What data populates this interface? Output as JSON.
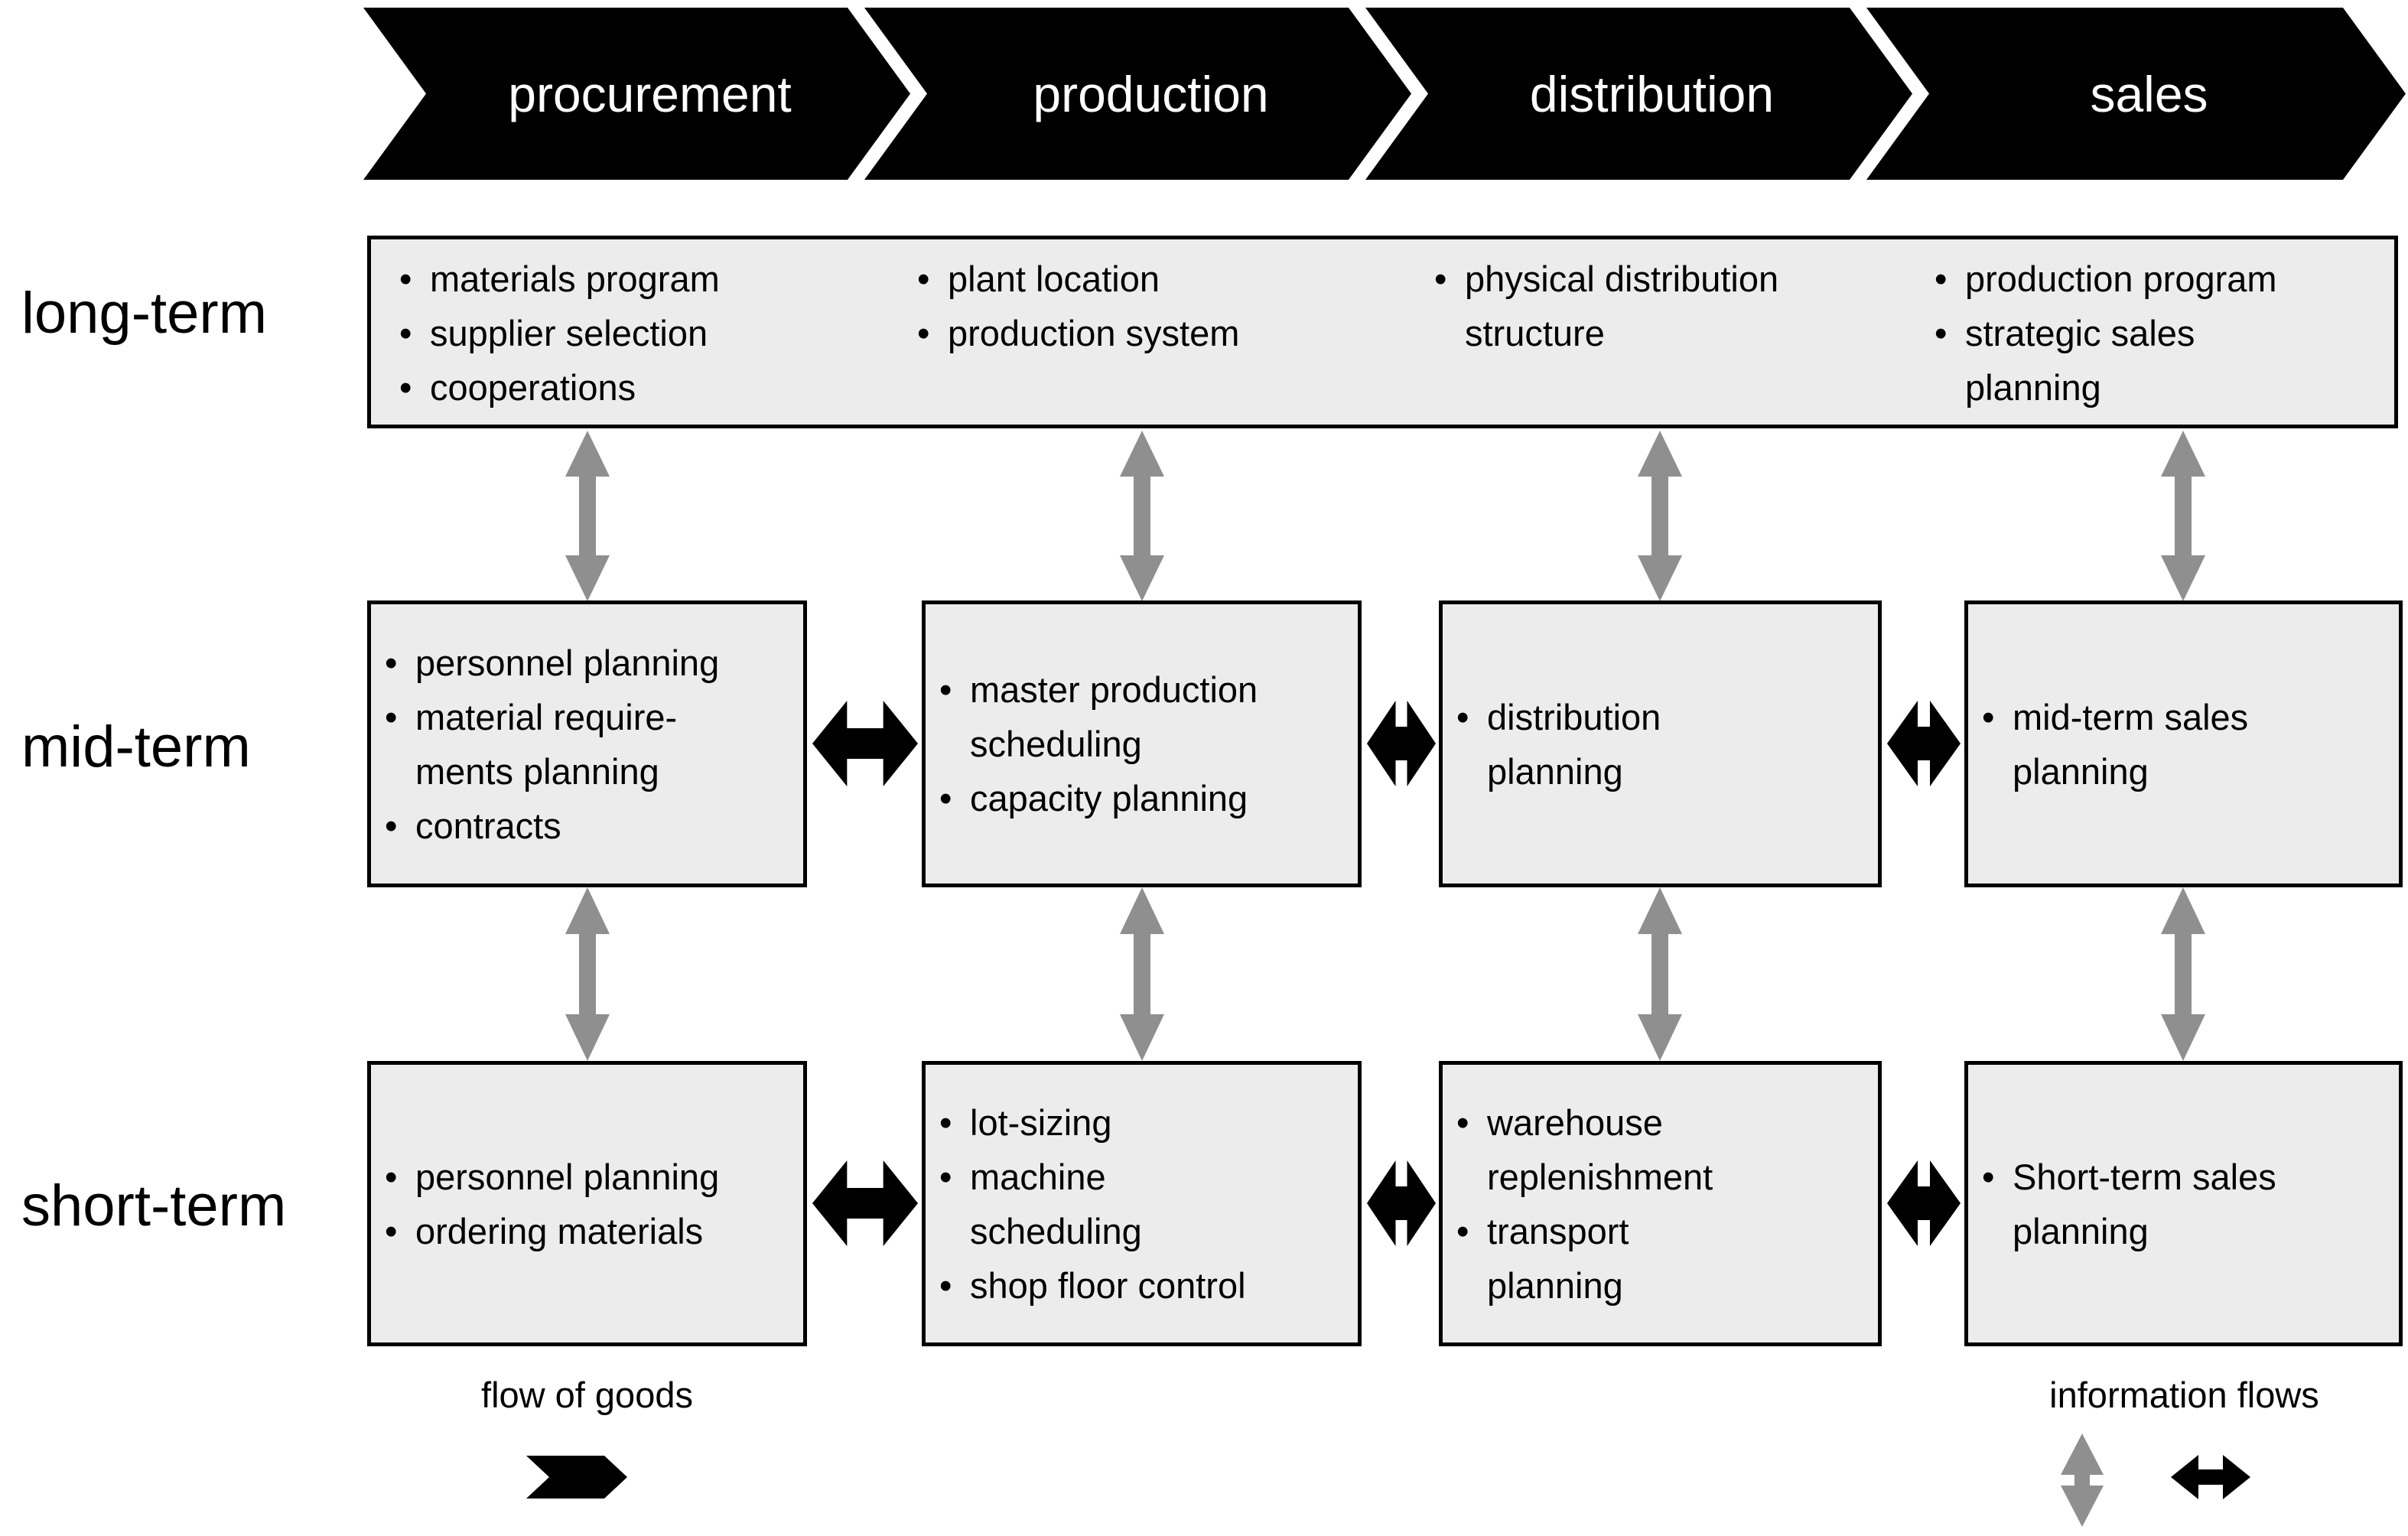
{
  "process_chevrons": [
    "procurement",
    "production",
    "distribution",
    "sales"
  ],
  "row_labels": [
    "long-term",
    "mid-term",
    "short-term"
  ],
  "long_term_box": {
    "columns": [
      {
        "lines": [
          {
            "text": "materials program",
            "bullet": true
          },
          {
            "text": "supplier selection",
            "bullet": true
          },
          {
            "text": "cooperations",
            "bullet": true
          }
        ]
      },
      {
        "lines": [
          {
            "text": "plant location",
            "bullet": true
          },
          {
            "text": "production system",
            "bullet": true
          }
        ]
      },
      {
        "lines": [
          {
            "text": "physical distribution",
            "bullet": true
          },
          {
            "text": "structure",
            "bullet": false
          }
        ]
      },
      {
        "lines": [
          {
            "text": "production program",
            "bullet": true
          },
          {
            "text": "strategic sales",
            "bullet": true
          },
          {
            "text": "planning",
            "bullet": false
          }
        ]
      }
    ]
  },
  "mid_term_boxes": [
    {
      "lines": [
        {
          "text": "personnel planning",
          "bullet": true
        },
        {
          "text": "material require-",
          "bullet": true
        },
        {
          "text": "ments planning",
          "bullet": false
        },
        {
          "text": "contracts",
          "bullet": true
        }
      ]
    },
    {
      "lines": [
        {
          "text": "master production",
          "bullet": true
        },
        {
          "text": "scheduling",
          "bullet": false
        },
        {
          "text": "capacity planning",
          "bullet": true
        }
      ]
    },
    {
      "lines": [
        {
          "text": "distribution",
          "bullet": true
        },
        {
          "text": "planning",
          "bullet": false
        }
      ]
    },
    {
      "lines": [
        {
          "text": "mid-term sales",
          "bullet": true
        },
        {
          "text": "planning",
          "bullet": false
        }
      ]
    }
  ],
  "short_term_boxes": [
    {
      "lines": [
        {
          "text": "personnel planning",
          "bullet": true
        },
        {
          "text": "ordering materials",
          "bullet": true
        }
      ]
    },
    {
      "lines": [
        {
          "text": "lot-sizing",
          "bullet": true
        },
        {
          "text": "machine",
          "bullet": true
        },
        {
          "text": "scheduling",
          "bullet": false
        },
        {
          "text": "shop floor control",
          "bullet": true
        }
      ]
    },
    {
      "lines": [
        {
          "text": "warehouse",
          "bullet": true
        },
        {
          "text": "replenishment",
          "bullet": false
        },
        {
          "text": "transport",
          "bullet": true
        },
        {
          "text": "planning",
          "bullet": false
        }
      ]
    },
    {
      "lines": [
        {
          "text": "Short-term sales",
          "bullet": true
        },
        {
          "text": "planning",
          "bullet": false
        }
      ]
    }
  ],
  "legend": {
    "flow_of_goods": "flow of goods",
    "information_flows": "information flows"
  },
  "colors": {
    "chevron_fill": "#000000",
    "chevron_text": "#ffffff",
    "box_fill": "#ececec",
    "box_border": "#000000",
    "vertical_arrow_gray": "#8f8f8f",
    "horizontal_arrow_black": "#000000",
    "text": "#000000",
    "background": "#ffffff"
  }
}
